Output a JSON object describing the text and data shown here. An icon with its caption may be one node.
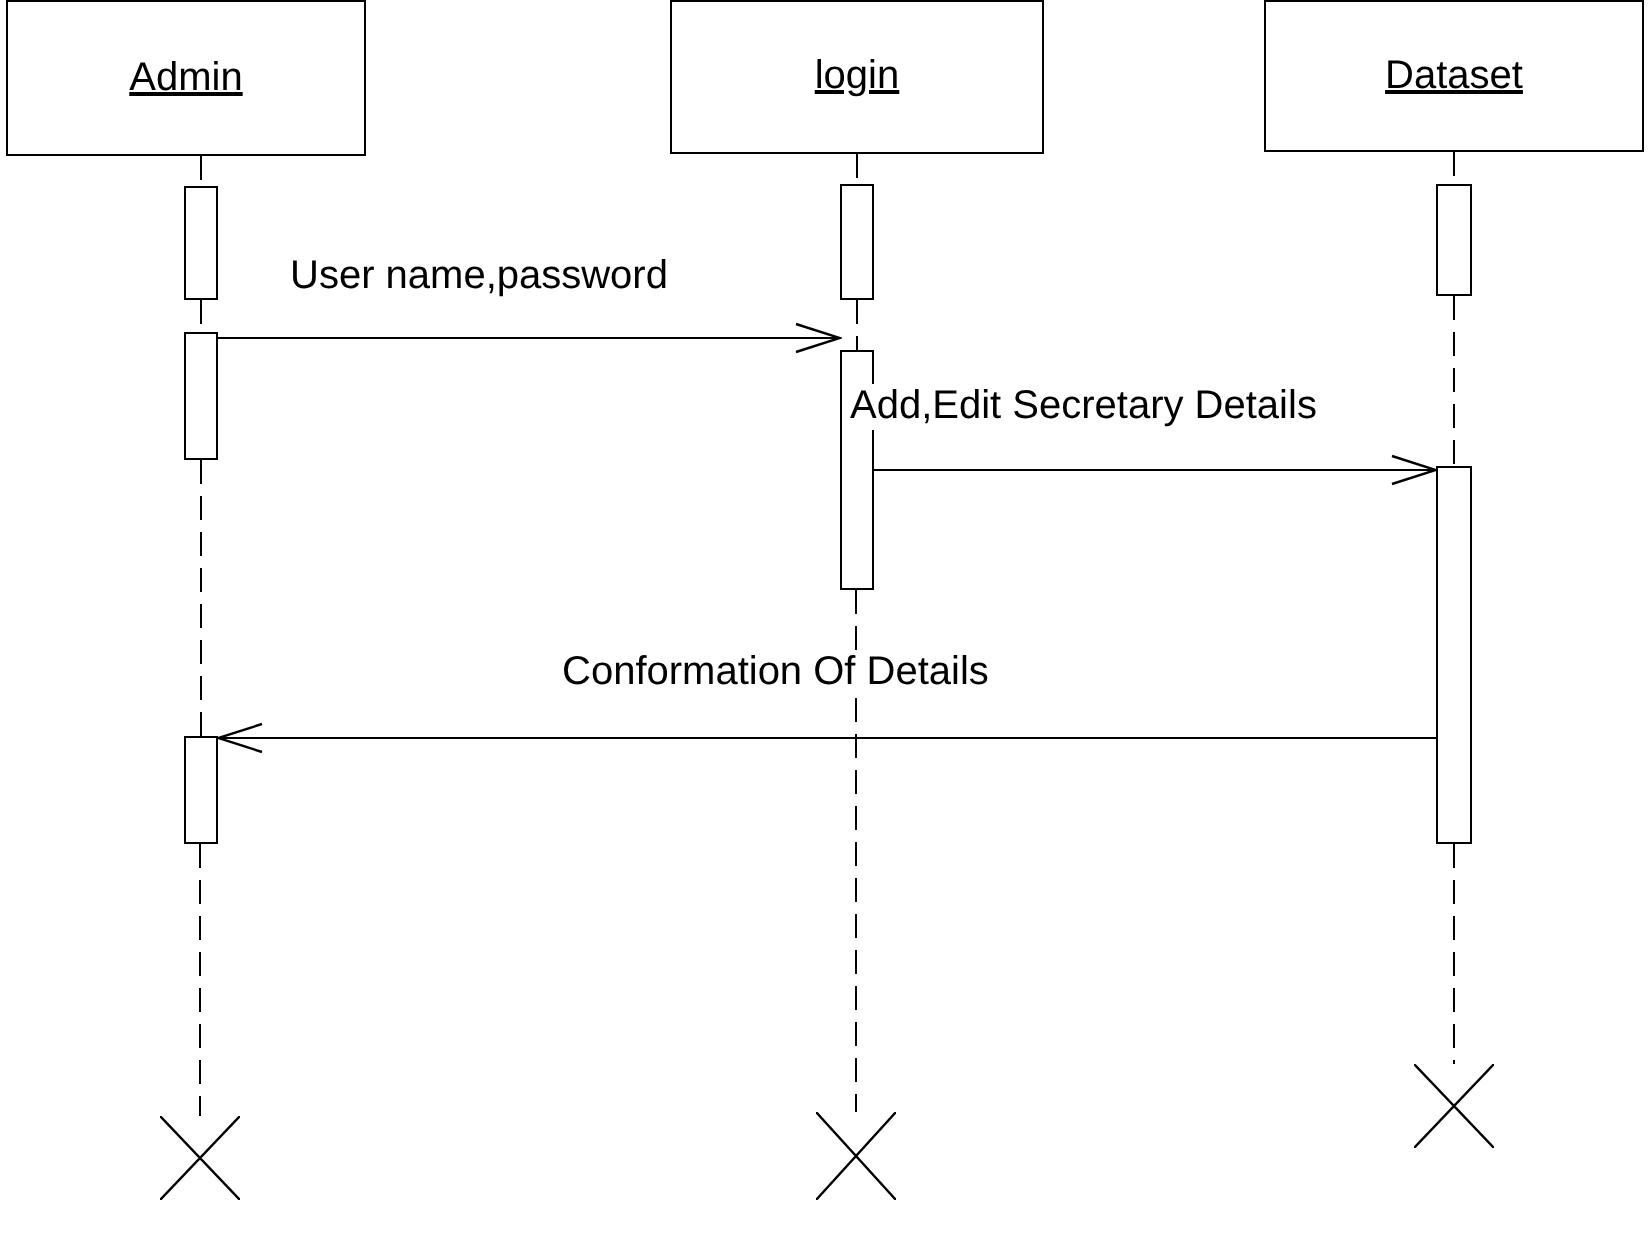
{
  "diagram": {
    "nodes": [
      {
        "text": [
          "Admin"
        ]
      },
      {
        "text": [
          "login"
        ]
      },
      {
        "text": [
          "Dataset"
        ]
      },
      {
        "text": [],
        "shape": "bar"
      },
      {
        "text": [],
        "shape": "bar"
      },
      {
        "text": [],
        "shape": "bar"
      },
      {
        "text": [],
        "shape": "bar"
      },
      {
        "text": [],
        "shape": "bar"
      },
      {
        "text": [],
        "shape": "bar"
      },
      {
        "text": [],
        "shape": "bar"
      },
      {
        "text": [],
        "shape": "cross"
      },
      {
        "text": [],
        "shape": "cross"
      },
      {
        "text": [],
        "shape": "cross"
      }
    ],
    "edges": [
      {
        "from": 4,
        "to": 7,
        "label": "User name,password",
        "arrow": "to"
      },
      {
        "from": 7,
        "to": 9,
        "label": "Add,Edit Secretary Details",
        "arrow": "to"
      },
      {
        "from": 9,
        "to": 5,
        "label": "Conformation Of Details",
        "arrow": "to"
      },
      {
        "from": 0,
        "to": 3,
        "arrow": "none",
        "style": "dashed"
      },
      {
        "from": 3,
        "to": 4,
        "arrow": "none",
        "style": "dashed"
      },
      {
        "from": 4,
        "to": 5,
        "arrow": "none",
        "style": "dashed"
      },
      {
        "from": 5,
        "to": 10,
        "arrow": "none",
        "style": "dashed"
      },
      {
        "from": 1,
        "to": 6,
        "arrow": "none",
        "style": "dashed"
      },
      {
        "from": 6,
        "to": 7,
        "arrow": "none",
        "style": "dashed"
      },
      {
        "from": 7,
        "to": 11,
        "arrow": "none",
        "style": "dashed"
      },
      {
        "from": 2,
        "to": 8,
        "arrow": "none",
        "style": "dashed"
      },
      {
        "from": 8,
        "to": 9,
        "arrow": "none",
        "style": "dashed"
      },
      {
        "from": 9,
        "to": 12,
        "arrow": "none",
        "style": "dashed"
      }
    ]
  }
}
